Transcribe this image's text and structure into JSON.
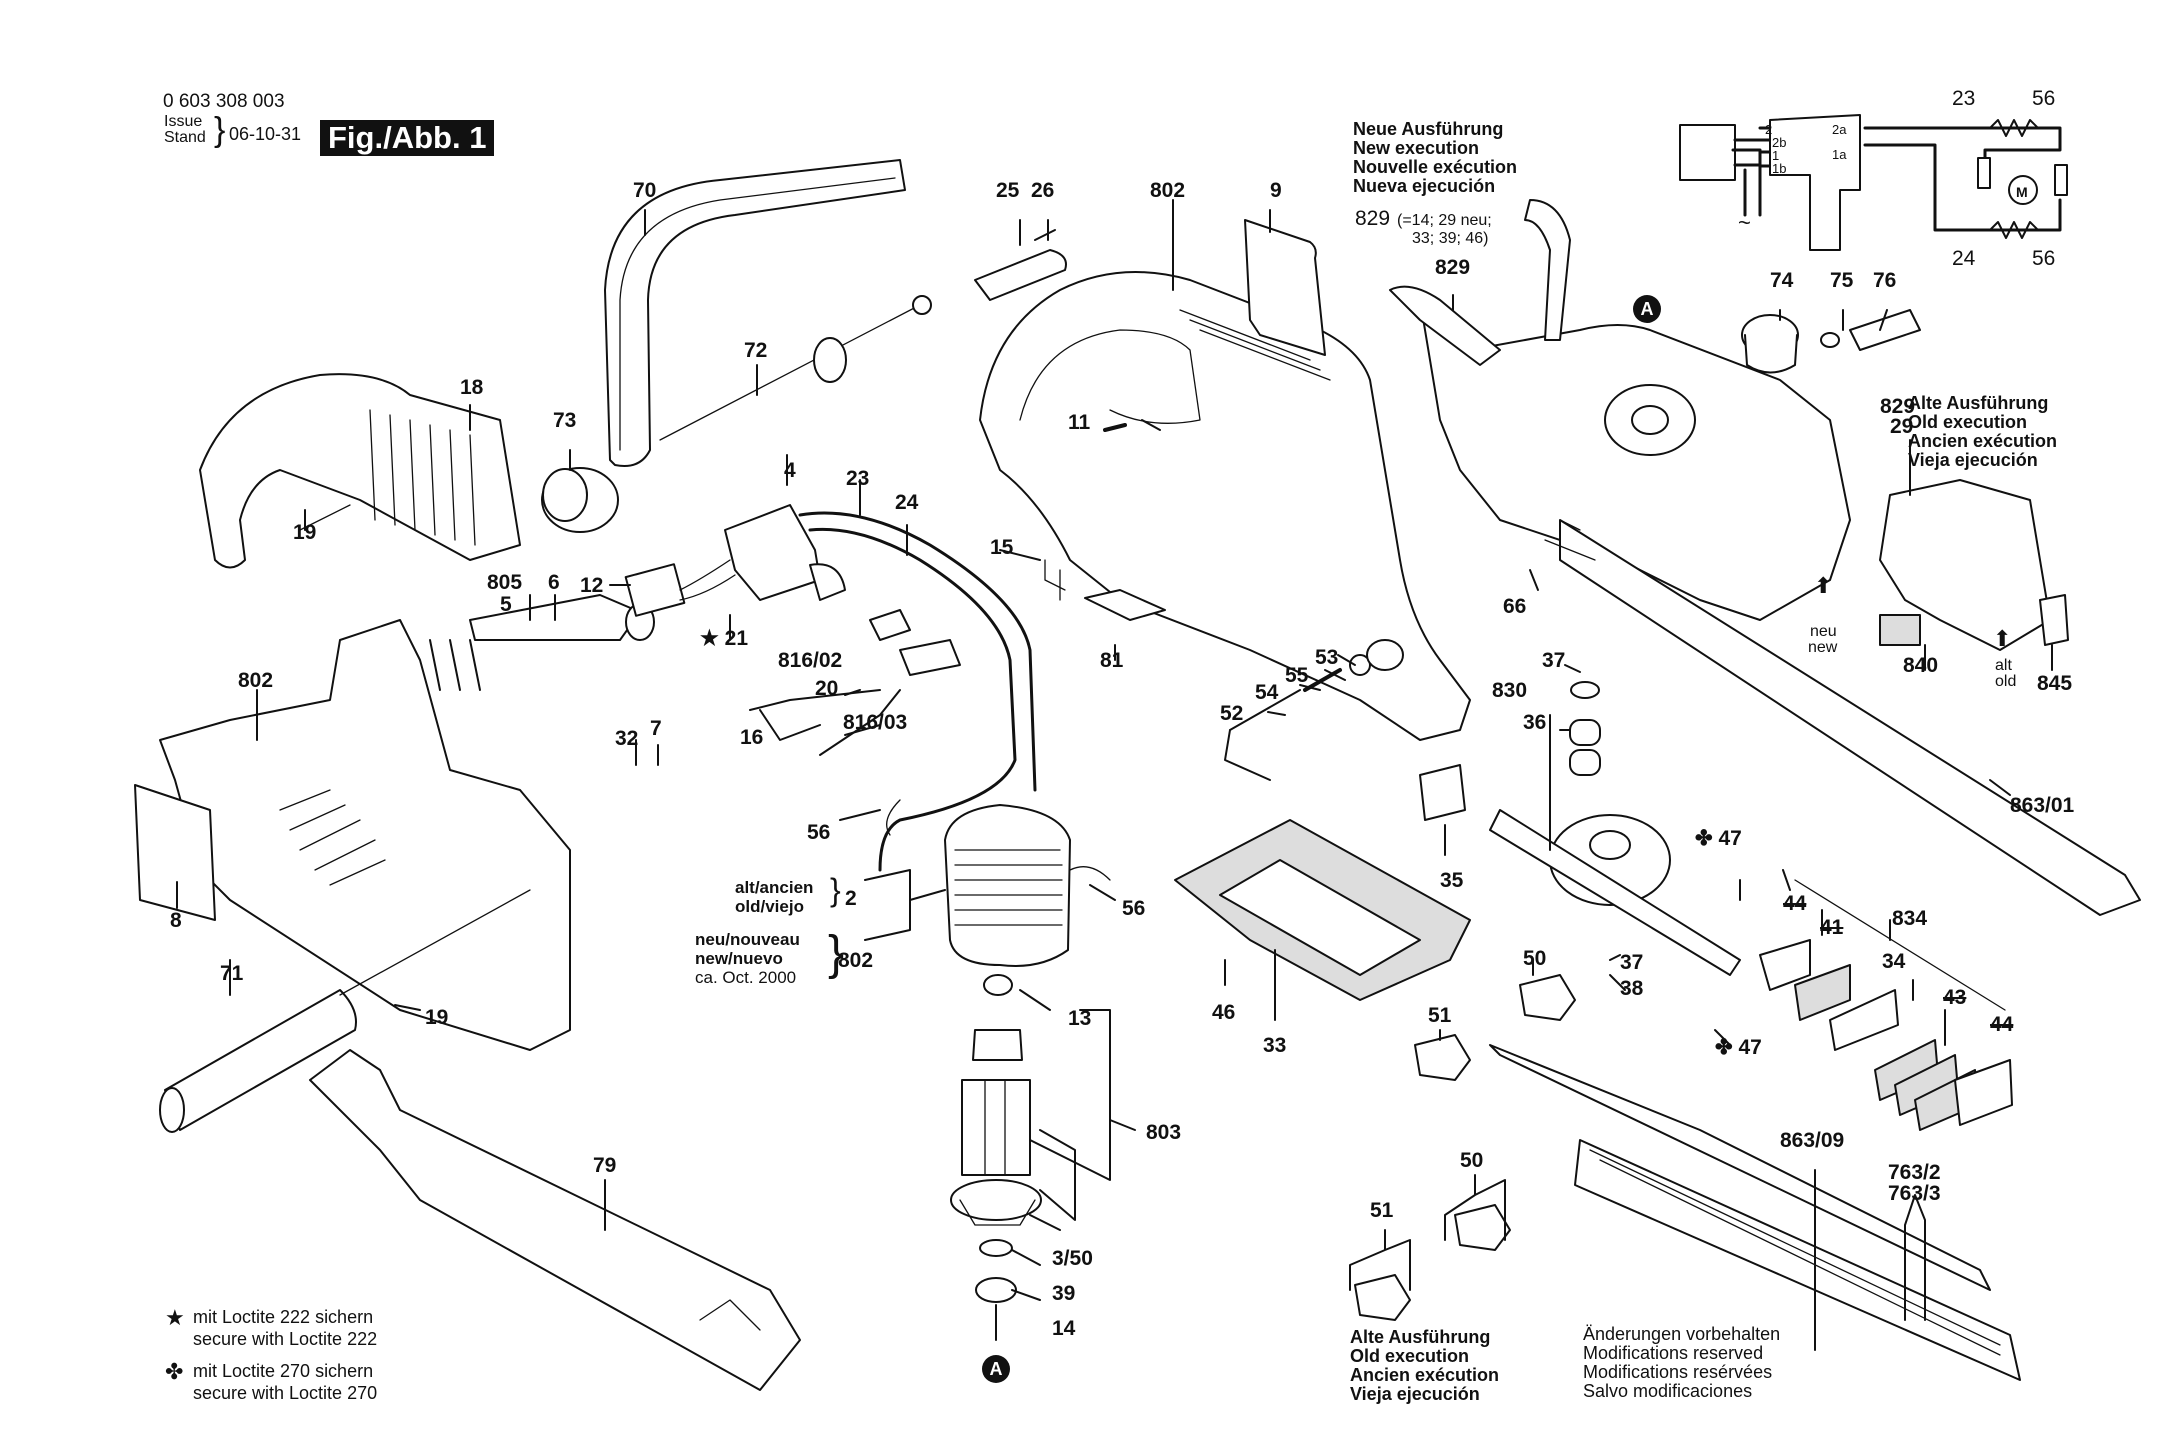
{
  "header": {
    "part_number": "0 603 308 003",
    "issue_label_1": "Issue",
    "issue_label_2": "Stand",
    "issue_date": "06-10-31",
    "figure_label": "Fig./Abb. 1"
  },
  "notes": {
    "new_execution": [
      "Neue Ausführung",
      "New execution",
      "Nouvelle exécution",
      "Nueva ejecución"
    ],
    "new_829_prefix": "829",
    "new_829_detail_1": "(=14; 29 neu;",
    "new_829_detail_2": "33; 39; 46)",
    "old_execution_right": [
      "Alte Ausführung",
      "Old execution",
      "Ancien exécution",
      "Vieja ejecución"
    ],
    "old_execution_bottom": [
      "Alte Ausführung",
      "Old execution",
      "Ancien exécution",
      "Vieja ejecución"
    ],
    "modifications": [
      "Änderungen vorbehalten",
      "Modifications reserved",
      "Modifications resérvées",
      "Salvo modificaciones"
    ],
    "motor_old": [
      "alt/ancien",
      "old/viejo"
    ],
    "motor_new": [
      "neu/nouveau",
      "new/nuevo",
      "ca. Oct. 2000"
    ],
    "arrow_new": [
      "neu",
      "new"
    ],
    "arrow_old": [
      "alt",
      "old"
    ]
  },
  "legend": [
    {
      "symbol": "★",
      "icon": "star-icon",
      "line1": "mit Loctite 222 sichern",
      "line2": "secure with Loctite 222"
    },
    {
      "symbol": "✤",
      "icon": "clover-icon",
      "line1": "mit Loctite 270 sichern",
      "line2": "secure with Loctite 270"
    }
  ],
  "wiring": {
    "terminals_left": [
      "2",
      "2b",
      "1",
      "1b"
    ],
    "terminals_right": [
      "2a",
      "1a"
    ],
    "motor": "M",
    "ac_symbol": "~",
    "labels_top": [
      "23",
      "56"
    ],
    "labels_bottom": [
      "24",
      "56"
    ]
  },
  "callouts": {
    "p70": "70",
    "p18": "18",
    "p19a": "19",
    "p73": "73",
    "p72": "72",
    "p25": "25",
    "p26": "26",
    "p802a": "802",
    "p9": "9",
    "p11": "11",
    "p829a": "829",
    "pA1": "A",
    "p74": "74",
    "p75": "75",
    "p76": "76",
    "p829b": "829",
    "p29": "29",
    "p4": "4",
    "p23": "23",
    "p24": "24",
    "p12": "12",
    "p805": "805",
    "p5": "5",
    "p6": "6",
    "p21": "21",
    "p15": "15",
    "p66": "66",
    "p81": "81",
    "p53": "53",
    "p55": "55",
    "p54": "54",
    "p52": "52",
    "p816_02": "816/02",
    "p20": "20",
    "p816_03": "816/03",
    "p16": "16",
    "p32": "32",
    "p7": "7",
    "p802b": "802",
    "p8": "8",
    "p56a": "56",
    "p56b": "56",
    "p2": "2",
    "p802c": "802",
    "p71": "71",
    "p19b": "19",
    "p35": "35",
    "p37a": "37",
    "p830": "830",
    "p36": "36",
    "p840": "840",
    "p845": "845",
    "p863_01": "863/01",
    "p47a": "47",
    "p47b": "47",
    "p834": "834",
    "p44a": "44",
    "p41": "41",
    "p34": "34",
    "p43": "43",
    "p44b": "44",
    "p50a": "50",
    "p37b": "37",
    "p38": "38",
    "p46": "46",
    "p33": "33",
    "p51a": "51",
    "p13": "13",
    "p803": "803",
    "p3_50": "3/50",
    "p39": "39",
    "p14": "14",
    "pA2": "A",
    "p79": "79",
    "p863_09": "863/09",
    "p763_2": "763/2",
    "p763_3": "763/3",
    "p50b": "50",
    "p51b": "51"
  }
}
